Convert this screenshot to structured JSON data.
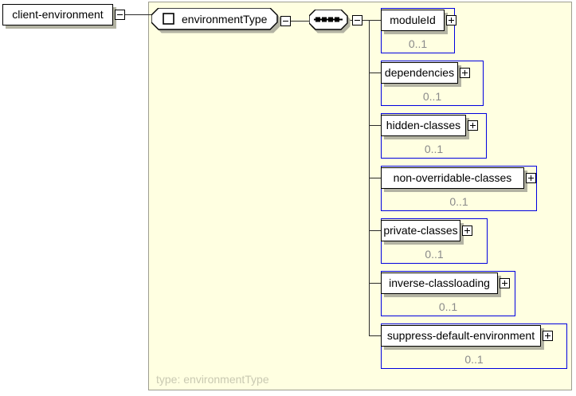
{
  "diagram": {
    "root_element": {
      "label": "client-environment"
    },
    "type_definition": {
      "name": "environmentType",
      "footer_label": "type: environmentType"
    },
    "compositor": {
      "kind": "sequence"
    },
    "children": [
      {
        "label": "moduleId",
        "cardinality": "0..1"
      },
      {
        "label": "dependencies",
        "cardinality": "0..1"
      },
      {
        "label": "hidden-classes",
        "cardinality": "0..1"
      },
      {
        "label": "non-overridable-classes",
        "cardinality": "0..1"
      },
      {
        "label": "private-classes",
        "cardinality": "0..1"
      },
      {
        "label": "inverse-classloading",
        "cardinality": "0..1"
      },
      {
        "label": "suppress-default-environment",
        "cardinality": "0..1"
      }
    ],
    "icons": {
      "expand_expanded": "minus-box",
      "expand_collapsed": "plus-box",
      "compositor": "sequence-icon",
      "complex_type": "complex-type-icon"
    },
    "colors": {
      "container_bg": "#ffffe1",
      "container_border": "#9e9e90",
      "optional_outline": "#0000e0",
      "cardinality_text": "#8a8a8a",
      "type_footer_text": "#c9c9b2",
      "node_shadow": "#b3b3a3"
    }
  }
}
